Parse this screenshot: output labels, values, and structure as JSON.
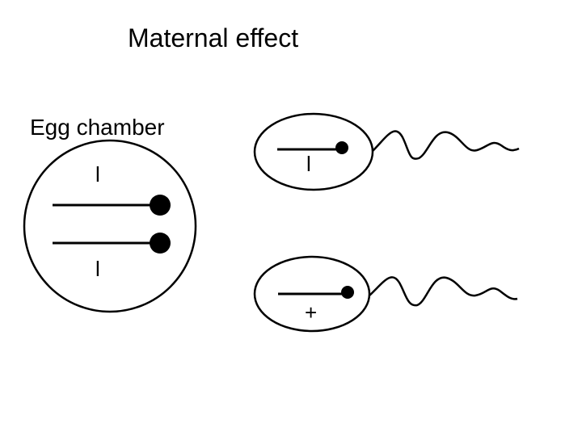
{
  "title": "Maternal effect",
  "egg_chamber": {
    "label": "Egg chamber",
    "allele_top": "l",
    "allele_bottom": "l"
  },
  "sperm_top": {
    "allele": "l"
  },
  "sperm_bottom": {
    "allele": "+"
  },
  "colors": {
    "stroke": "#000000",
    "background": "#ffffff"
  }
}
